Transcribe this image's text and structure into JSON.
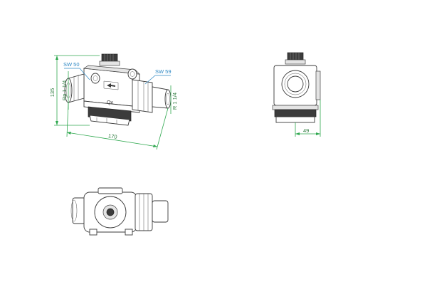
{
  "dimensions": {
    "height": "135",
    "length": "170",
    "width": "49",
    "inlet_thread": "Rp 1 1/4",
    "outlet_thread": "R 1 1/4"
  },
  "callouts": {
    "wrench_inlet": "SW 50",
    "wrench_outlet": "SW 59"
  },
  "body_marking": "Qv",
  "colors": {
    "dimension_line": "#2fa84f",
    "dimension_text": "#2b7a3c",
    "callout": "#2e88c4",
    "outline": "#3a3a3a"
  }
}
